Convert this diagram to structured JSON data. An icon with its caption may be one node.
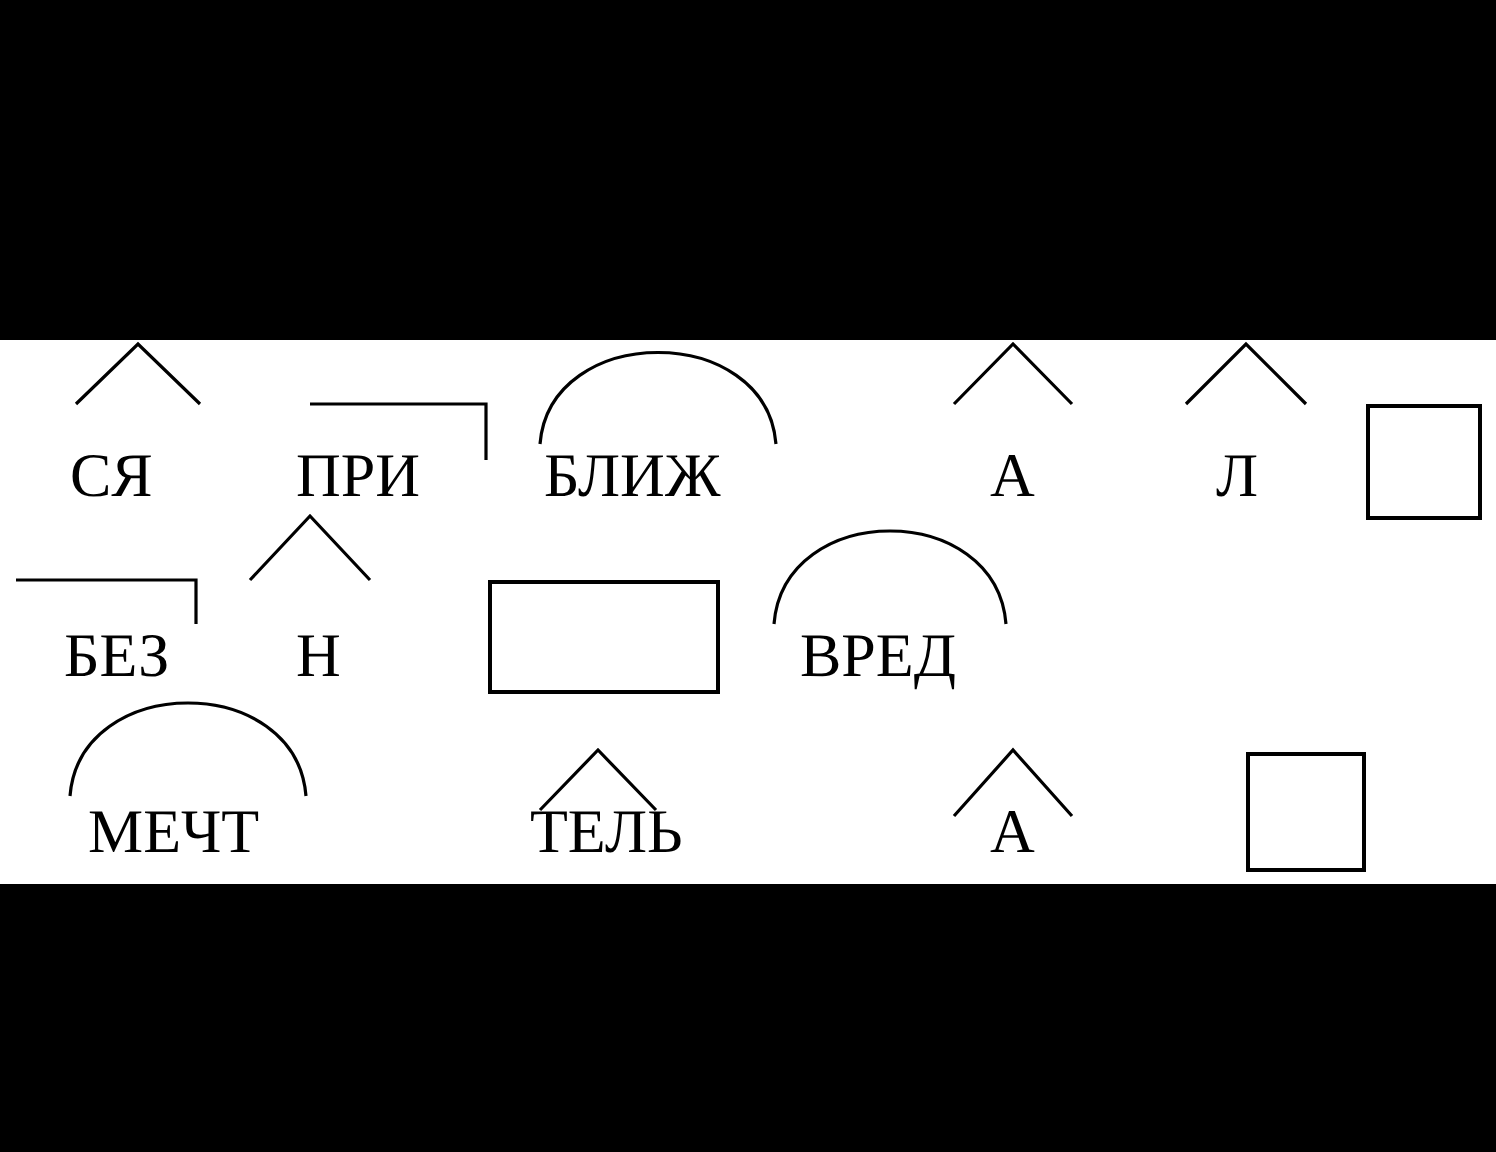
{
  "diagram": {
    "nodes": [
      {
        "text": [],
        "shape": "box"
      },
      {
        "text": [],
        "shape": "box"
      },
      {
        "text": [],
        "shape": "box"
      }
    ],
    "labels": [
      "СЯ",
      "ПРИ",
      "БЛИЖ",
      "А",
      "Л",
      "БЕЗ",
      "Н",
      "ВРЕД",
      "МЕЧТ",
      "ТЕЛЬ",
      "А"
    ]
  }
}
